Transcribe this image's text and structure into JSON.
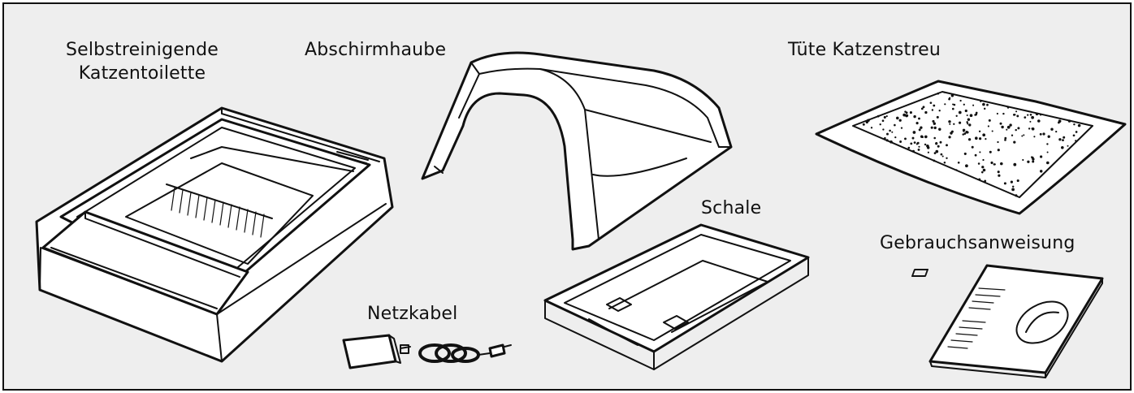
{
  "labels": {
    "litter_box_line1": "Selbstreinigende",
    "litter_box_line2": "Katzentoilette",
    "hood": "Abschirmhaube",
    "litter_bag": "Tüte Katzenstreu",
    "tray": "Schale",
    "manual": "Gebrauchsanweisung",
    "power_cable": "Netzkabel"
  },
  "colors": {
    "background": "#eeeeee",
    "line": "#111111",
    "fill": "#ffffff"
  }
}
